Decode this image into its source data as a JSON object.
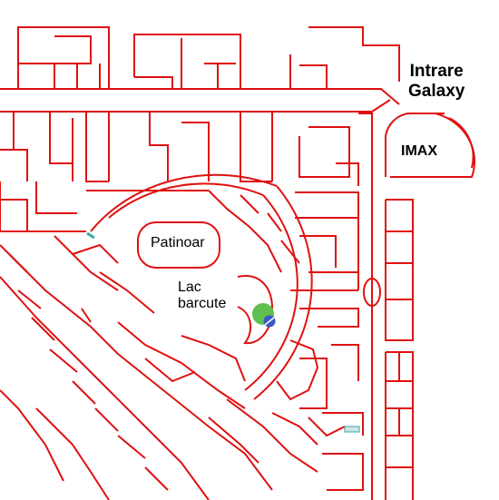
{
  "map": {
    "labels": {
      "entrance_line1": "Intrare",
      "entrance_line2": "Galaxy",
      "imax": "IMAX",
      "rink": "Patinoar",
      "lake_line1": "Lac",
      "lake_line2": "barcute"
    },
    "colors": {
      "walls": "#e01010",
      "background": "#ffffff",
      "marker_green": "#5fbf4f",
      "marker_blue": "#3b57c9",
      "accent_teal": "#3aa6a6"
    },
    "markers": [
      {
        "name": "green-location-marker",
        "color": "green"
      },
      {
        "name": "blue-location-marker",
        "color": "blue"
      }
    ]
  }
}
